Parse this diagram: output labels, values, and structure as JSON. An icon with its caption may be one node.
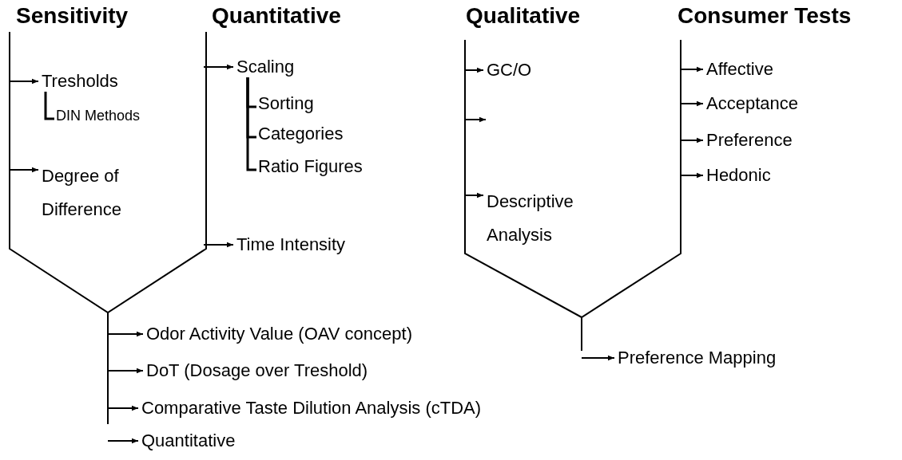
{
  "diagram": {
    "nodes": [
      {
        "text": [
          "Tresholds"
        ]
      },
      {
        "text": [
          "DIN Methods"
        ]
      },
      {
        "text": [
          "Degree of Difference"
        ]
      },
      {
        "text": [
          "Scaling"
        ]
      },
      {
        "text": [
          "Sorting"
        ]
      },
      {
        "text": [
          "Categories"
        ]
      },
      {
        "text": [
          "Ratio Figures"
        ]
      },
      {
        "text": [
          "Time Intensity"
        ]
      },
      {
        "text": [
          "GC/O"
        ]
      },
      {
        "text": [
          "Descriptive Analysis"
        ]
      },
      {
        "text": [
          "Affective"
        ]
      },
      {
        "text": [
          "Acceptance"
        ]
      },
      {
        "text": [
          "Preference"
        ]
      },
      {
        "text": [
          "Hedonic"
        ]
      },
      {
        "text": [
          "Odor Activity Value (OAV concept)"
        ]
      },
      {
        "text": [
          "DoT (Dosage over Treshold)"
        ]
      },
      {
        "text": [
          "Comparative Taste Dilution Analysis (cTDA)"
        ]
      },
      {
        "text": [
          "Quantitative"
        ]
      },
      {
        "text": [
          "Preference Mapping"
        ]
      }
    ],
    "edges": [
      {
        "from": null,
        "to": 0,
        "arrow": "to"
      },
      {
        "from": 0,
        "to": 1,
        "arrow": "none"
      },
      {
        "from": null,
        "to": 2,
        "arrow": "to"
      },
      {
        "from": null,
        "to": 3,
        "arrow": "to"
      },
      {
        "from": 3,
        "to": 4,
        "arrow": "none"
      },
      {
        "from": 3,
        "to": 5,
        "arrow": "none"
      },
      {
        "from": 3,
        "to": 6,
        "arrow": "none"
      },
      {
        "from": null,
        "to": 7,
        "arrow": "to"
      },
      {
        "from": null,
        "to": 8,
        "arrow": "to"
      },
      {
        "from": null,
        "to": 9,
        "arrow": "to"
      },
      {
        "from": null,
        "to": 10,
        "arrow": "to"
      },
      {
        "from": null,
        "to": 11,
        "arrow": "to"
      },
      {
        "from": null,
        "to": 12,
        "arrow": "to"
      },
      {
        "from": null,
        "to": 13,
        "arrow": "to"
      },
      {
        "from": null,
        "to": 14,
        "arrow": "to"
      },
      {
        "from": null,
        "to": 15,
        "arrow": "to"
      },
      {
        "from": null,
        "to": 16,
        "arrow": "to"
      },
      {
        "from": null,
        "to": 17,
        "arrow": "to"
      },
      {
        "from": null,
        "to": 18,
        "arrow": "to"
      }
    ],
    "labels": [
      "Sensitivity",
      "Quantitative",
      "Qualitative",
      "Consumer Tests"
    ]
  }
}
